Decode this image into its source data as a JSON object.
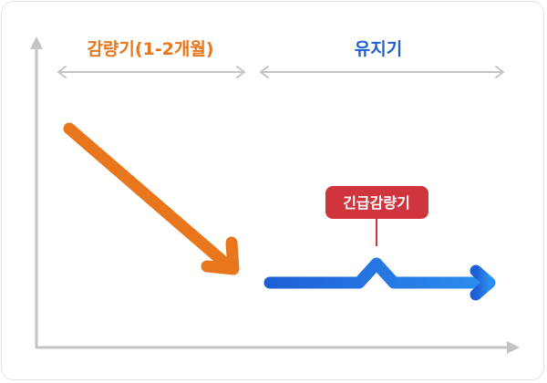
{
  "phases": {
    "reduction": {
      "label": "감량기(1-2개월)",
      "color": "#e8761c"
    },
    "maintenance": {
      "label": "유지기",
      "color": "#1f5fd6"
    }
  },
  "event": {
    "label": "긴급감량기",
    "color": "#d0353d"
  },
  "colors": {
    "axis": "#c4c4c4",
    "span_arrow": "#c4c4c4",
    "reduction_line": "#e8761c",
    "maintenance_line_start": "#1f5fd6",
    "maintenance_line_end": "#2c8ff0"
  },
  "icons": {
    "axes": "axis-arrows",
    "phase_span": "double-headed-arrow",
    "reduction_trend": "down-arrow",
    "maintenance_trend": "right-arrow-with-spike"
  }
}
